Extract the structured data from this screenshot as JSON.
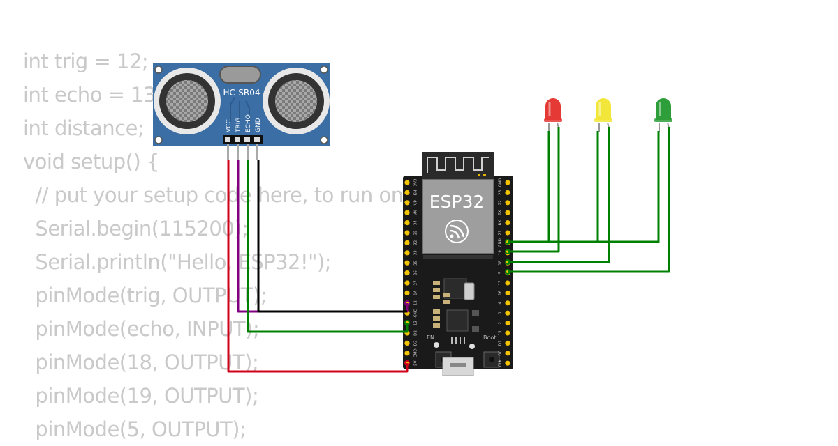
{
  "code_lines": [
    "int trig = 12;",
    "int echo = 13;",
    "int distance;",
    "void setup() {",
    "  // put your setup code here, to run once:",
    "  Serial.begin(115200);",
    "  Serial.println(\"Hello, ESP32!\");",
    "  pinMode(trig, OUTPUT);",
    "  pinMode(echo, INPUT);",
    "  pinMode(18, OUTPUT);",
    "  pinMode(19, OUTPUT);",
    "  pinMode(5, OUTPUT);"
  ],
  "sensor": {
    "label": "HC-SR04",
    "pins": [
      "VCC",
      "TRIG",
      "ECHO",
      "GND"
    ]
  },
  "board": {
    "label": "ESP32",
    "left_pins": [
      "3V3",
      "EN",
      "VP",
      "VN",
      "34",
      "35",
      "32",
      "33",
      "25",
      "26",
      "27",
      "14",
      "12",
      "GND",
      "13",
      "D2",
      "D3",
      "CMD",
      "5V"
    ],
    "right_pins": [
      "GND",
      "23",
      "22",
      "TX",
      "RX",
      "21",
      "GND",
      "19",
      "18",
      "5",
      "17",
      "16",
      "4",
      "0",
      "2",
      "15",
      "D1",
      "D0",
      "CLK"
    ],
    "en_label": "EN",
    "boot_label": "Boot"
  },
  "leds": [
    {
      "color": "red",
      "hex": "#e53935"
    },
    {
      "color": "yellow",
      "hex": "#f2e63a"
    },
    {
      "color": "green",
      "hex": "#2e9e3a"
    }
  ],
  "wire_colors": {
    "vcc": "#d0021b",
    "trig": "#800080",
    "echo": "#008000",
    "gnd": "#000000",
    "led": "#008000"
  }
}
